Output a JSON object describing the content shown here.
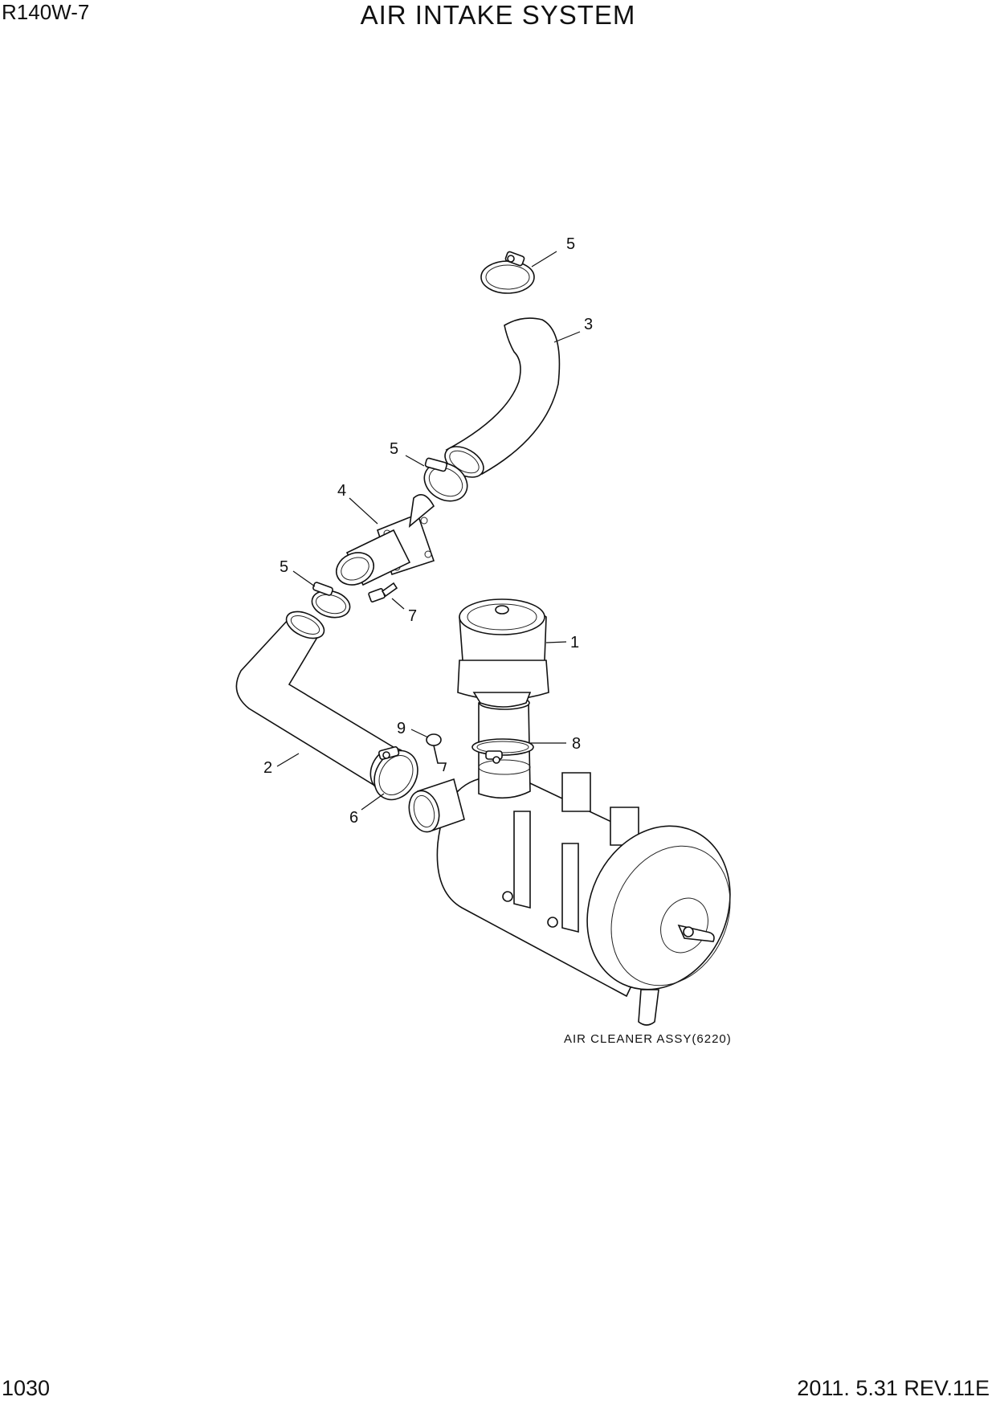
{
  "header": {
    "model": "R140W-7",
    "title": "AIR INTAKE SYSTEM"
  },
  "footer": {
    "page": "1030",
    "revision": "2011. 5.31  REV.11E"
  },
  "diagram": {
    "caption": "AIR CLEANER ASSY(6220)",
    "callouts": {
      "c1": "1",
      "c2": "2",
      "c3": "3",
      "c4": "4",
      "c5a": "5",
      "c5b": "5",
      "c5c": "5",
      "c6": "6",
      "c7": "7",
      "c8": "8",
      "c9": "9"
    }
  }
}
